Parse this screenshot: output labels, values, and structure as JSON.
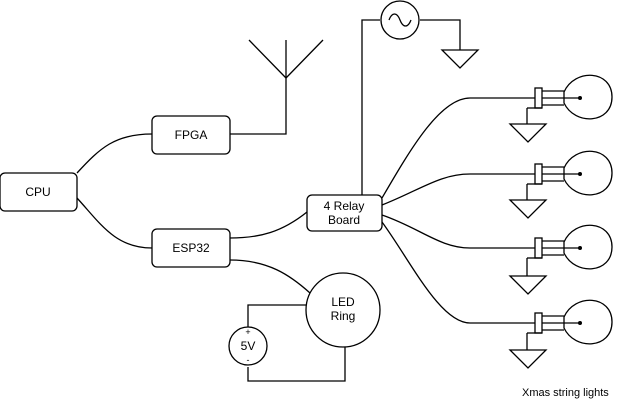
{
  "nodes": {
    "cpu": "CPU",
    "fpga": "FPGA",
    "esp32": "ESP32",
    "relay_line1": "4 Relay",
    "relay_line2": "Board",
    "led_line1": "LED",
    "led_line2": "Ring",
    "battery": "5V",
    "battery_plus": "+",
    "battery_minus": "-"
  },
  "caption": "Xmas string lights"
}
